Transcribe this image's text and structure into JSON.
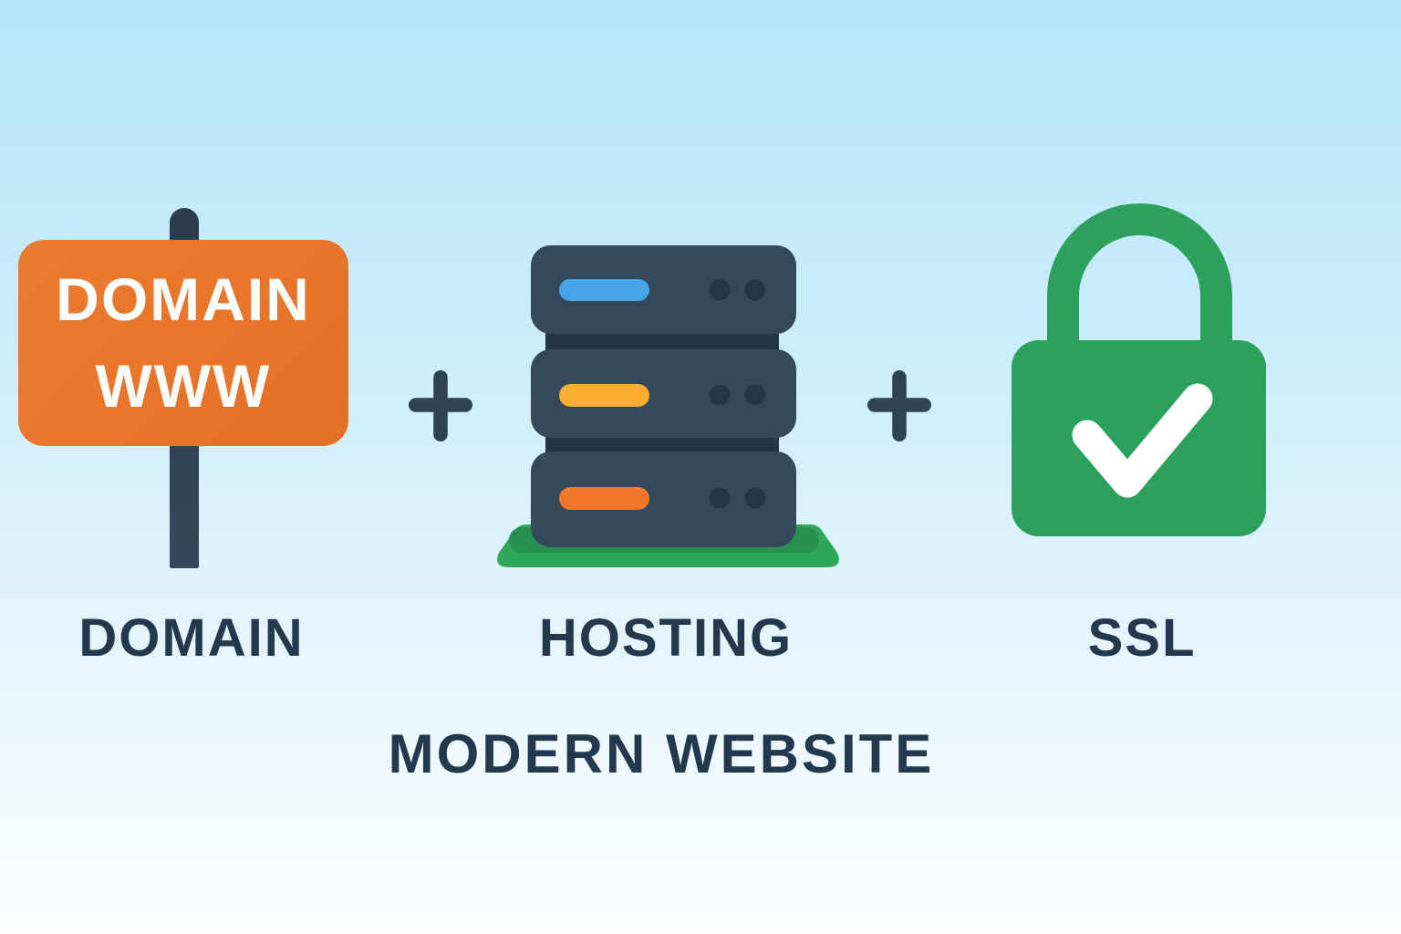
{
  "figure": {
    "title": "MODERN WEBSITE",
    "sign": {
      "line1": "DOMAIN",
      "line2": "WWW"
    },
    "plus": "+",
    "items": [
      {
        "id": "domain",
        "label": "DOMAIN",
        "icon": "signpost-icon"
      },
      {
        "id": "hosting",
        "label": "HOSTING",
        "icon": "server-stack-icon"
      },
      {
        "id": "ssl",
        "label": "SSL",
        "icon": "padlock-check-icon"
      }
    ],
    "caption": "MODERN WEBSITE"
  },
  "server": {
    "units": [
      {
        "slot_color": "#45a3e8"
      },
      {
        "slot_color": "#fbae31"
      },
      {
        "slot_color": "#f3772b"
      }
    ]
  },
  "colors": {
    "background_top": "#b6e5fa",
    "background_bottom": "#fcfeff",
    "sign_orange": "#e7752c",
    "sign_text_white": "#fdfdfb",
    "post_slate": "#2e4152",
    "plus_slate": "#2e4456",
    "server_body": "#36495c",
    "server_divider": "#233645",
    "server_dot": "#24374a",
    "base_green": "#2fa758",
    "base_shadow_green": "#27914f",
    "lock_green": "#2ca15c",
    "check_white": "#ffffff",
    "text_navy": "#24394d"
  }
}
